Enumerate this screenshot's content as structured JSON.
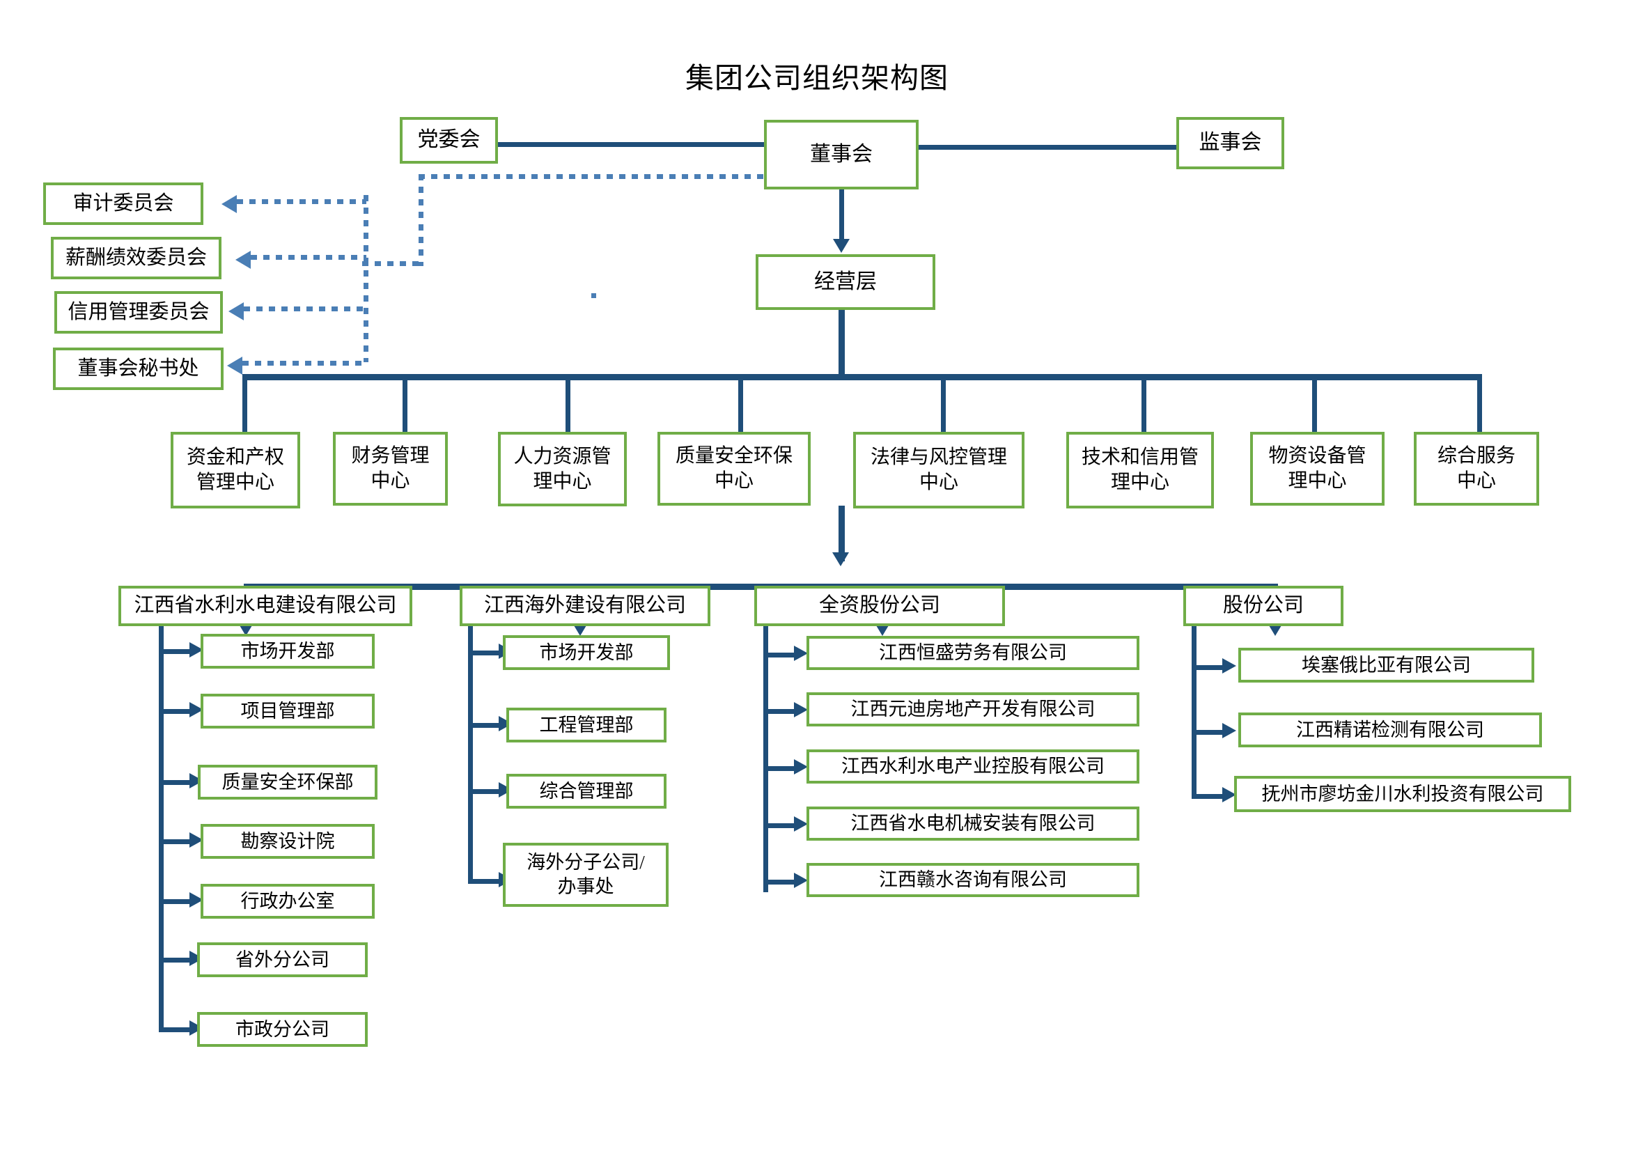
{
  "title": "集团公司组织架构图",
  "colors": {
    "box_border": "#70AD47",
    "connector": "#1F4E79",
    "dotted_connector": "#4A7EB5",
    "text": "#000000",
    "background": "#FFFFFF"
  },
  "top": {
    "party_committee": "党委会",
    "board_of_directors": "董事会",
    "board_of_supervisors": "监事会",
    "management_layer": "经营层"
  },
  "committees": [
    {
      "label": "审计委员会"
    },
    {
      "label": "薪酬绩效委员会"
    },
    {
      "label": "信用管理委员会"
    },
    {
      "label": "董事会秘书处"
    }
  ],
  "centers": [
    {
      "label": "资金和产权\n管理中心"
    },
    {
      "label": "财务管理\n中心"
    },
    {
      "label": "人力资源管\n理中心"
    },
    {
      "label": "质量安全环保\n中心"
    },
    {
      "label": "法律与风控管理\n中心"
    },
    {
      "label": "技术和信用管\n理中心"
    },
    {
      "label": "物资设备管\n理中心"
    },
    {
      "label": "综合服务\n中心"
    }
  ],
  "divisions": [
    {
      "name": "江西省水利水电建设有限公司",
      "children": [
        {
          "label": "市场开发部"
        },
        {
          "label": "项目管理部"
        },
        {
          "label": "质量安全环保部"
        },
        {
          "label": "勘察设计院"
        },
        {
          "label": "行政办公室"
        },
        {
          "label": "省外分公司"
        },
        {
          "label": "市政分公司"
        }
      ]
    },
    {
      "name": "江西海外建设有限公司",
      "children": [
        {
          "label": "市场开发部"
        },
        {
          "label": "工程管理部"
        },
        {
          "label": "综合管理部"
        },
        {
          "label": "海外分子公司/\n办事处"
        }
      ]
    },
    {
      "name": "全资股份公司",
      "children": [
        {
          "label": "江西恒盛劳务有限公司"
        },
        {
          "label": "江西元迪房地产开发有限公司"
        },
        {
          "label": "江西水利水电产业控股有限公司"
        },
        {
          "label": "江西省水电机械安装有限公司"
        },
        {
          "label": "江西赣水咨询有限公司"
        }
      ]
    },
    {
      "name": "股份公司",
      "children": [
        {
          "label": "埃塞俄比亚有限公司"
        },
        {
          "label": "江西精诺检测有限公司"
        },
        {
          "label": "抚州市廖坊金川水利投资有限公司"
        }
      ]
    }
  ]
}
